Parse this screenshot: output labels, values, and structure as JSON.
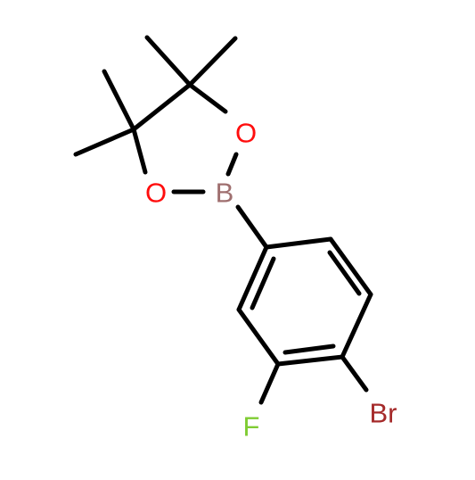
{
  "molecule": {
    "atoms": {
      "boron": "B",
      "oxygen_upper": "O",
      "oxygen_lower": "O",
      "fluorine": "F",
      "bromine": "Br"
    },
    "colors": {
      "bond": "#000000",
      "boron": "#9f6f6f",
      "oxygen": "#ff0d0d",
      "fluorine": "#7fcc33",
      "bromine": "#a52a2a"
    }
  }
}
